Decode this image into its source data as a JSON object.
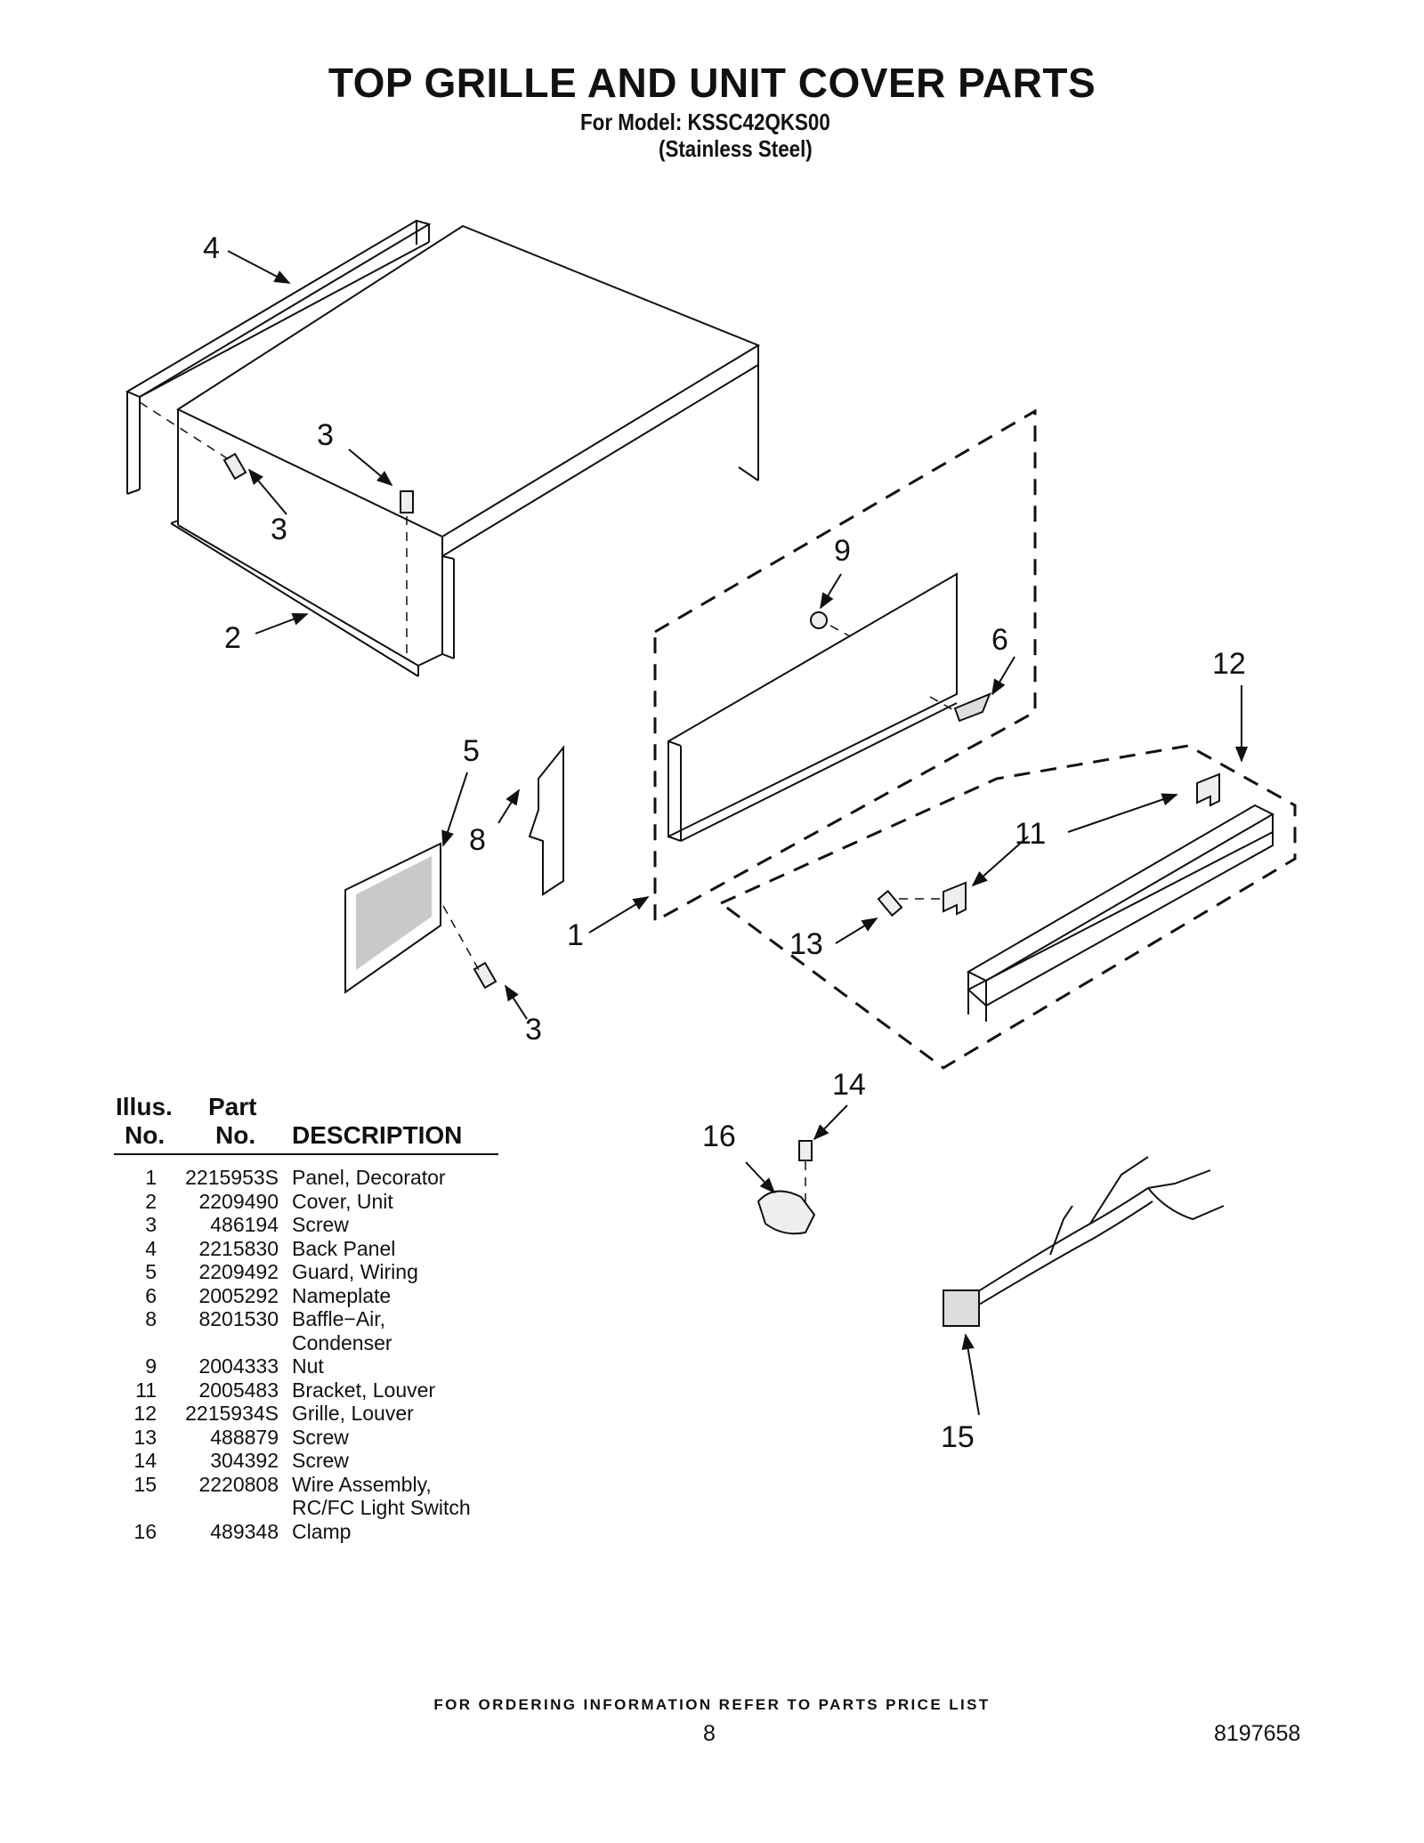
{
  "header": {
    "title": "TOP GRILLE AND UNIT COVER PARTS",
    "model_line": "For Model: KSSC42QKS00",
    "variant_line": "(Stainless Steel)"
  },
  "callouts": [
    "4",
    "3",
    "3",
    "2",
    "9",
    "6",
    "12",
    "5",
    "8",
    "11",
    "1",
    "13",
    "3",
    "14",
    "16",
    "15"
  ],
  "parts_table": {
    "col1_line1": "Illus.",
    "col1_line2": "No.",
    "col2_line1": "Part",
    "col2_line2": "No.",
    "col3": "DESCRIPTION",
    "rows": [
      {
        "no": "1",
        "part": "2215953S",
        "desc": "Panel, Decorator"
      },
      {
        "no": "2",
        "part": "2209490",
        "desc": "Cover, Unit"
      },
      {
        "no": "3",
        "part": "486194",
        "desc": "Screw"
      },
      {
        "no": "4",
        "part": "2215830",
        "desc": "Back Panel"
      },
      {
        "no": "5",
        "part": "2209492",
        "desc": "Guard, Wiring"
      },
      {
        "no": "6",
        "part": "2005292",
        "desc": "Nameplate"
      },
      {
        "no": "8",
        "part": "8201530",
        "desc": "Baffle−Air,"
      },
      {
        "no": "",
        "part": "",
        "desc": "Condenser"
      },
      {
        "no": "9",
        "part": "2004333",
        "desc": "Nut"
      },
      {
        "no": "11",
        "part": "2005483",
        "desc": "Bracket, Louver"
      },
      {
        "no": "12",
        "part": "2215934S",
        "desc": "Grille, Louver"
      },
      {
        "no": "13",
        "part": "488879",
        "desc": "Screw"
      },
      {
        "no": "14",
        "part": "304392",
        "desc": "Screw"
      },
      {
        "no": "15",
        "part": "2220808",
        "desc": "Wire Assembly,"
      },
      {
        "no": "",
        "part": "",
        "desc": "RC/FC Light Switch"
      },
      {
        "no": "16",
        "part": "489348",
        "desc": "Clamp"
      }
    ]
  },
  "footer": {
    "note": "FOR ORDERING INFORMATION REFER TO PARTS PRICE LIST",
    "page_number": "8",
    "doc_number": "8197658"
  }
}
